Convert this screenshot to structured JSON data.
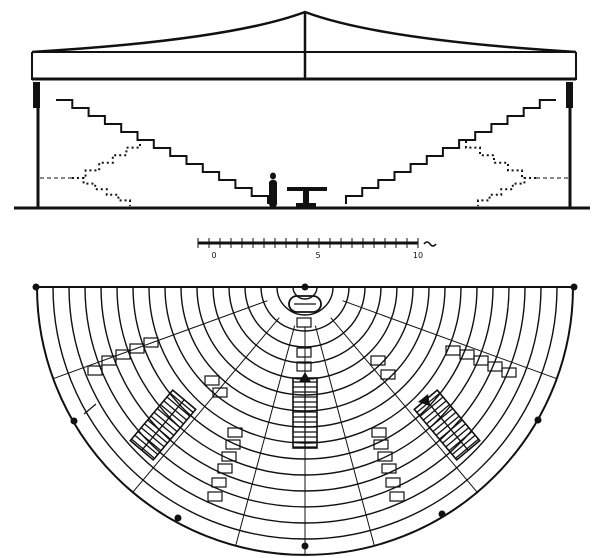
{
  "figure": {
    "type": "architectural-drawing",
    "views": [
      "section",
      "plan"
    ]
  },
  "scale_bar": {
    "labels": [
      "0",
      "5",
      "10"
    ],
    "unit": "m"
  },
  "icons": {
    "figure": "standing-person-icon",
    "table": "lecture-table-icon",
    "compass": "column-node-icon"
  },
  "colors": {
    "ink": "#111111",
    "paper": "#ffffff"
  }
}
